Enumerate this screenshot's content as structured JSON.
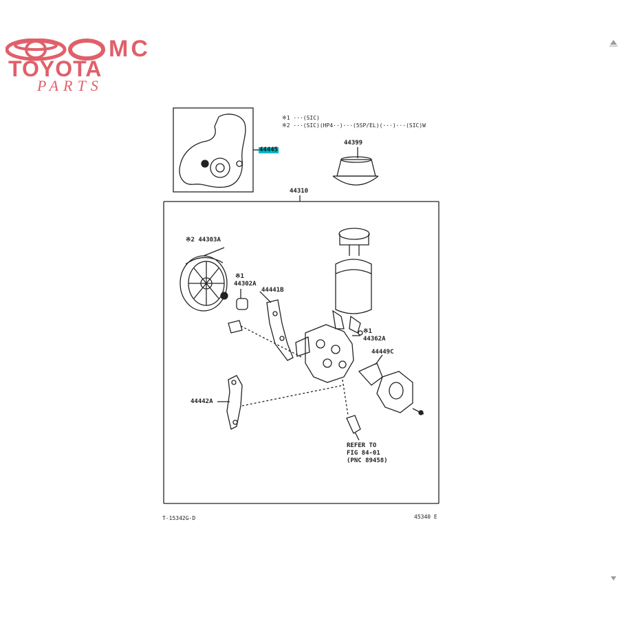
{
  "logo": {
    "top_text": "MC",
    "brand": "TOYOTA",
    "sub": "PARTS",
    "color": "#e0606a"
  },
  "notes": {
    "line1": "※1 ···(SIC)",
    "line2": "※2 ···(SIC)(HP4··)···(5SP/EL)(···)···(SIC)W"
  },
  "parts": {
    "p44445": "44445",
    "p44399": "44399",
    "p44310": "44310",
    "p44303A": "※2 44303A",
    "p44302A_ref": "※1",
    "p44302A": "44302A",
    "p44441B": "44441B",
    "p44362A_ref": "※1",
    "p44362A": "44362A",
    "p44449C": "44449C",
    "p44442A": "44442A"
  },
  "refer": {
    "line1": "REFER TO",
    "line2": "FIG 84-01",
    "line3": "(PNC 89458)"
  },
  "footer": {
    "left": "T-15342G-D",
    "right": "45340 E"
  },
  "colors": {
    "highlight": "#00b8c8",
    "line": "#222222"
  }
}
